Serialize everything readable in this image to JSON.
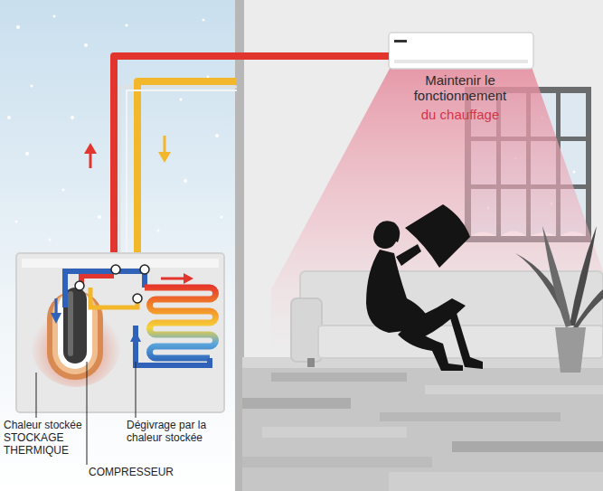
{
  "diagram": {
    "labels": [
      "Maintenir le fonctionnement",
      "du chauffage",
      "Chaleur stockée STOCKAGE THERMIQUE",
      "Dégivrage par la chaleur stockée",
      "COMPRESSEUR"
    ]
  }
}
